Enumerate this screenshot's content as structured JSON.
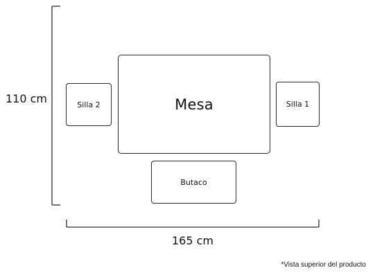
{
  "diagram": {
    "table_label": "Mesa",
    "chair_left_label": "Silla 2",
    "chair_right_label": "Silla 1",
    "stool_label": "Butaco",
    "height_dimension": "110 cm",
    "width_dimension": "165 cm",
    "footnote": "*Vista superior del producto"
  },
  "colors": {
    "stroke": "#2b2b2b",
    "text": "#111111",
    "background": "#ffffff"
  }
}
